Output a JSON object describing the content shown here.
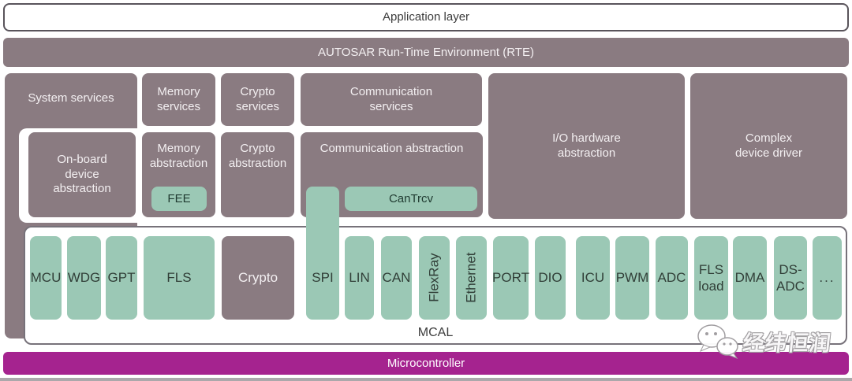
{
  "colors": {
    "mauve": "#8a7b81",
    "green": "#9bc8b5",
    "magenta": "#a5238f",
    "box_text_light": "#f3eff1",
    "box_text_dark": "#313f38"
  },
  "layers": {
    "application": {
      "label": "Application layer"
    },
    "rte": {
      "label": "AUTOSAR Run-Time Environment (RTE)"
    },
    "services": {
      "system": "System services",
      "memory": "Memory services",
      "crypto": "Crypto services",
      "communication": "Communication services",
      "io_hardware": "I/O hardware abstraction",
      "complex_device_driver": "Complex device driver"
    },
    "abstraction": {
      "onboard": "On-board device abstraction",
      "memory": "Memory abstraction",
      "memory_sub": "FEE",
      "crypto": "Crypto abstraction",
      "communication": "Communication abstraction",
      "communication_sub": "CanTrcv"
    },
    "mcal": {
      "label": "MCAL",
      "modules": [
        {
          "label": "MCU",
          "type": "green",
          "orientation": "horizontal"
        },
        {
          "label": "WDG",
          "type": "green",
          "orientation": "horizontal"
        },
        {
          "label": "GPT",
          "type": "green",
          "orientation": "horizontal"
        },
        {
          "label": "FLS",
          "type": "green",
          "orientation": "horizontal"
        },
        {
          "label": "Crypto",
          "type": "mauve",
          "orientation": "horizontal"
        },
        {
          "label": "SPI",
          "type": "green",
          "orientation": "horizontal"
        },
        {
          "label": "LIN",
          "type": "green",
          "orientation": "horizontal"
        },
        {
          "label": "CAN",
          "type": "green",
          "orientation": "horizontal"
        },
        {
          "label": "FlexRay",
          "type": "green",
          "orientation": "vertical"
        },
        {
          "label": "Ethernet",
          "type": "green",
          "orientation": "vertical"
        },
        {
          "label": "PORT",
          "type": "green",
          "orientation": "horizontal"
        },
        {
          "label": "DIO",
          "type": "green",
          "orientation": "horizontal"
        },
        {
          "label": "ICU",
          "type": "green",
          "orientation": "horizontal"
        },
        {
          "label": "PWM",
          "type": "green",
          "orientation": "horizontal"
        },
        {
          "label": "ADC",
          "type": "green",
          "orientation": "horizontal"
        },
        {
          "label": "FLS load",
          "type": "green",
          "orientation": "horizontal"
        },
        {
          "label": "DMA",
          "type": "green",
          "orientation": "horizontal"
        },
        {
          "label": "DS-ADC",
          "type": "green",
          "orientation": "horizontal"
        },
        {
          "label": "...",
          "type": "green",
          "orientation": "horizontal"
        }
      ]
    },
    "microcontroller": {
      "label": "Microcontroller"
    }
  },
  "watermark": {
    "text": "经纬恒润",
    "icon": "chat-bubbles-icon"
  }
}
